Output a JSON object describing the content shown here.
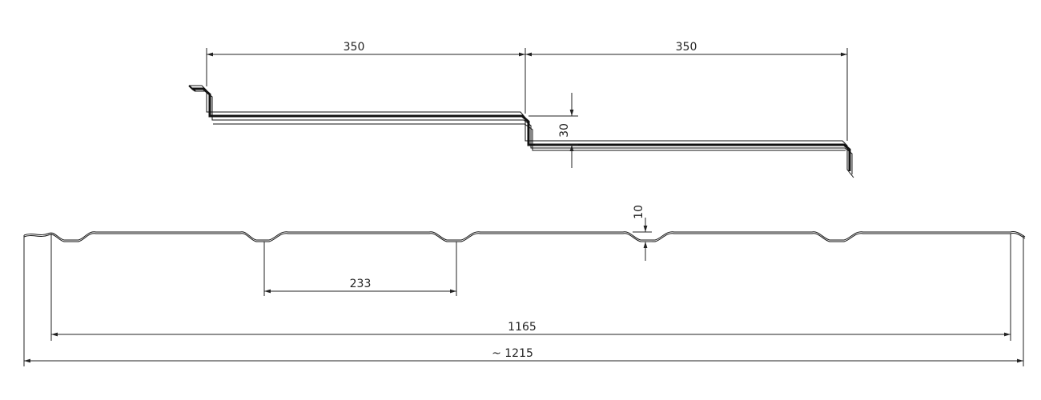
{
  "drawing": {
    "section_view": {
      "rib_spacing_left": "350",
      "rib_spacing_right": "350",
      "step_height": "30"
    },
    "profile_view": {
      "corrugation_depth": "10",
      "corrugation_pitch": "233",
      "effective_width": "1165",
      "total_width": "~ 1215"
    }
  },
  "colors": {
    "line": "#222222",
    "background": "#ffffff"
  }
}
